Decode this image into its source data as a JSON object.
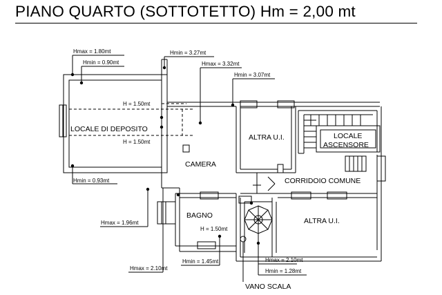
{
  "title": "PIANO QUARTO (SOTTOTETTO)  Hm = 2,00 mt",
  "rooms": {
    "deposito": "LOCALE DI DEPOSITO",
    "altra_ui_top": "ALTRA U.I.",
    "locale_ascensore_1": "LOCALE",
    "locale_ascensore_2": "ASCENSORE",
    "camera": "CAMERA",
    "corridoio": "CORRIDOIO COMUNE",
    "bagno": "BAGNO",
    "altra_ui_bottom": "ALTRA U.I.",
    "vano_scala": "VANO SCALA"
  },
  "heights": {
    "hmax_180": "Hmax = 1.80mt",
    "hmin_090": "Hmin = 0.90mt",
    "hmin_327": "Hmin = 3.27mt",
    "hmax_332": "Hmax = 3.32mt",
    "hmin_307": "Hmin = 3.07mt",
    "h_150_a": "H = 1.50mt",
    "h_150_b": "H = 1.50mt",
    "hmin_093": "Hmin = 0.93mt",
    "hmax_196": "Hmax = 1.96mt",
    "h_150_c": "H = 1.50mt",
    "hmax_210_a": "Hmax = 2.10mt",
    "hmin_145": "Hmin = 1.45mt",
    "hmax_210_b": "Hmax = 2.10mt",
    "hmin_128": "Hmin = 1.28mt"
  }
}
